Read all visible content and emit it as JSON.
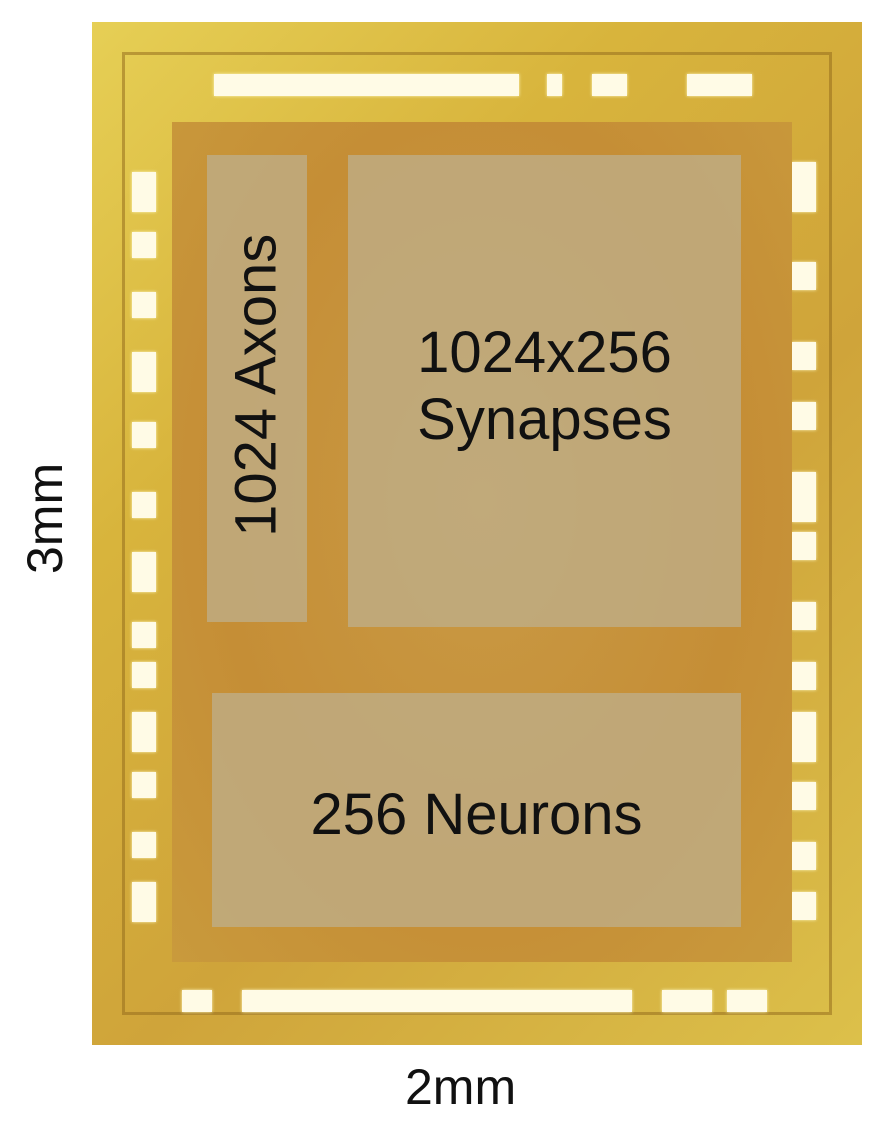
{
  "blocks": {
    "axons": "1024 Axons",
    "synapses_line1": "1024x256",
    "synapses_line2": "Synapses",
    "neurons": "256 Neurons"
  },
  "dimensions": {
    "height": "3mm",
    "width": "2mm"
  },
  "colors": {
    "die": "#d8b43c",
    "core": "#c58e36",
    "block": "#beaf8c",
    "pad": "#fffbe6"
  }
}
